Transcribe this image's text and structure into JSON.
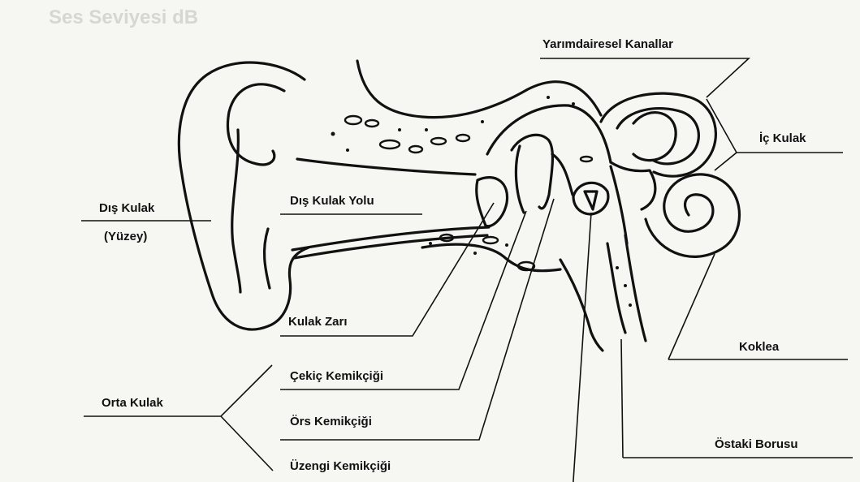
{
  "diagram": {
    "labels": {
      "outer_ear": "Dış Kulak",
      "outer_ear_sub": "(Yüzey)",
      "ear_canal": "Dış Kulak Yolu",
      "semicircular_canals": "Yarımdairesel Kanallar",
      "inner_ear": "İç Kulak",
      "eardrum": "Kulak Zarı",
      "cochlea": "Koklea",
      "malleus": "Çekiç Kemikçiği",
      "middle_ear": "Orta Kulak",
      "incus": "Örs Kemikçiği",
      "eustachian_tube": "Östaki Borusu",
      "stapes": "Üzengi Kemikçiği"
    },
    "background_ghost_text": "Ses Seviyesi dB"
  }
}
